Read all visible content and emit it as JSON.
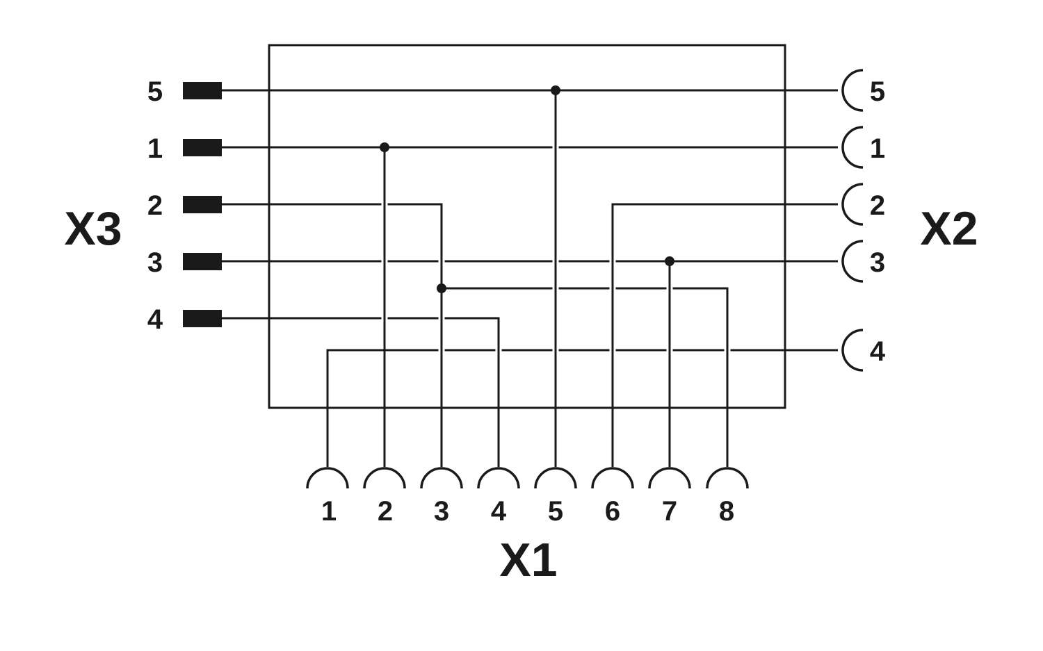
{
  "connectors": {
    "x3": {
      "label": "X3",
      "pins": [
        "5",
        "1",
        "2",
        "3",
        "4"
      ]
    },
    "x2": {
      "label": "X2",
      "pins": [
        "5",
        "1",
        "2",
        "3",
        "4"
      ]
    },
    "x1": {
      "label": "X1",
      "pins": [
        "1",
        "2",
        "3",
        "4",
        "5",
        "6",
        "7",
        "8"
      ]
    }
  },
  "colors": {
    "line": "#1a1a1a",
    "background": "#ffffff"
  }
}
